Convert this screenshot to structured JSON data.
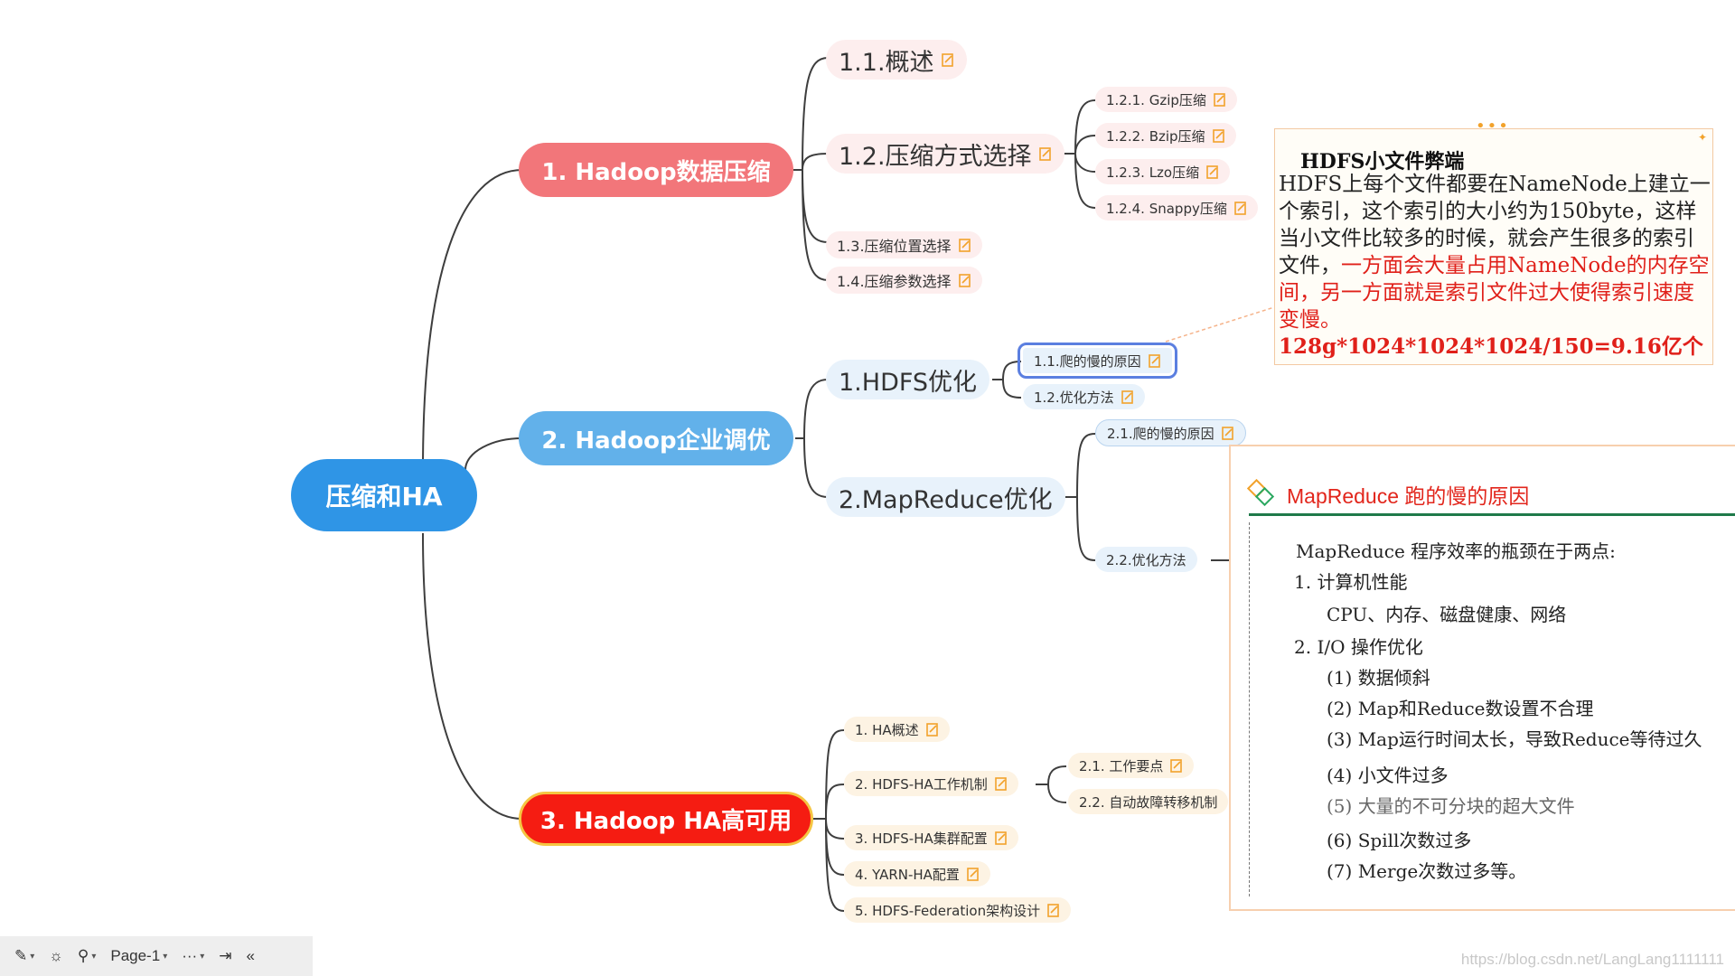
{
  "colors": {
    "root": "#2f95e6",
    "branch1": "#f2767a",
    "branch2": "#62b1ea",
    "branch3": "#f51c12",
    "branch3_border": "#f5c542",
    "sub1_bg": "#fdeeee",
    "sub2_bg": "#e8f2fb",
    "sub3_bg": "#fdf3e3",
    "connector": "#3e3e3e",
    "note_icon": "#f2a22b",
    "red_text": "#e0201a"
  },
  "mindmap": {
    "root": "压缩和HA",
    "branch1": {
      "label": "1. Hadoop数据压缩",
      "children": [
        "1.1.概述",
        "1.2.压缩方式选择",
        "1.3.压缩位置选择",
        "1.4.压缩参数选择"
      ],
      "grandchildren": [
        "1.2.1. Gzip压缩",
        "1.2.2. Bzip压缩",
        "1.2.3. Lzo压缩",
        "1.2.4. Snappy压缩"
      ]
    },
    "branch2": {
      "label": "2. Hadoop企业调优",
      "children": [
        "1.HDFS优化",
        "2.MapReduce优化"
      ],
      "hdfs_children": [
        "1.1.爬的慢的原因",
        "1.2.优化方法"
      ],
      "mr_children": [
        "2.1.爬的慢的原因",
        "2.2.优化方法"
      ]
    },
    "branch3": {
      "label": "3. Hadoop HA高可用",
      "children": [
        "1. HA概述",
        "2. HDFS-HA工作机制",
        "3. HDFS-HA集群配置",
        "4. YARN-HA配置",
        "5. HDFS-Federation架构设计"
      ],
      "grandchildren": [
        "2.1. 工作要点",
        "2.2. 自动故障转移机制"
      ]
    }
  },
  "note_popup_hdfs": {
    "title": "HDFS小文件弊端",
    "line1": "HDFS上每个文件都要在NameNode上建立一个索引，这个索引的大小约为150byte，这样当小文件比较多的时候，就会产生很多的索引文件，",
    "line_red": "一方面会大量占用NameNode的内存空间，另一方面就是索引文件过大使得索引速度变慢。",
    "line_calc": "128g*1024*1024*1024/150=9.16亿个"
  },
  "note_popup_mr": {
    "title": "MapReduce 跑的慢的原因",
    "intro": "MapReduce 程序效率的瓶颈在于两点:",
    "item1": "1.  计算机性能",
    "item1_detail": "CPU、内存、磁盘健康、网络",
    "item2": "2.  I/O 操作优化",
    "subs": [
      "(1) 数据倾斜",
      "(2) Map和Reduce数设置不合理",
      "(3) Map运行时间太长，导致Reduce等待过久",
      "(4) 小文件过多",
      "(5) 大量的不可分块的超大文件",
      "(6) Spill次数过多",
      "(7) Merge次数过多等。"
    ]
  },
  "toolbar": {
    "page_label": "Page-1",
    "more": "···"
  },
  "watermark": "https://blog.csdn.net/LangLang1111111"
}
